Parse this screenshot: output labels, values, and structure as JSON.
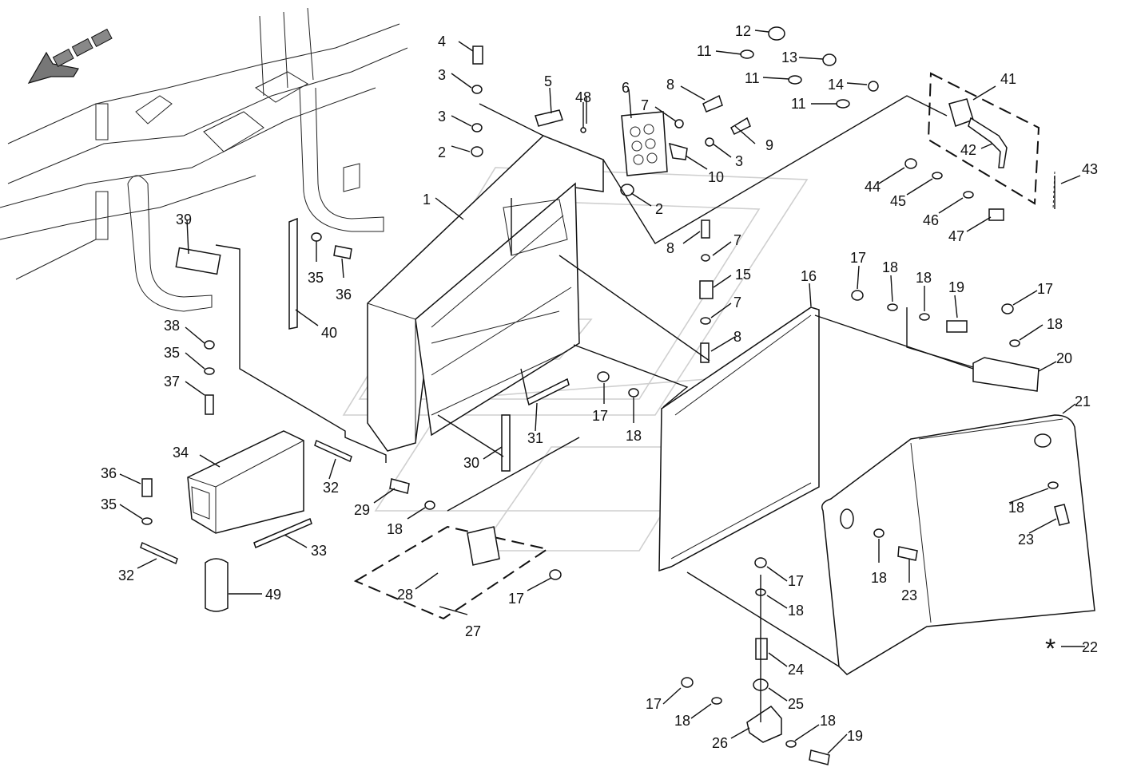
{
  "callouts": [
    "1",
    "2",
    "3",
    "4",
    "5",
    "6",
    "7",
    "8",
    "9",
    "10",
    "11",
    "12",
    "13",
    "14",
    "15",
    "16",
    "17",
    "18",
    "19",
    "20",
    "21",
    "22",
    "23",
    "24",
    "25",
    "26",
    "27",
    "28",
    "29",
    "30",
    "31",
    "32",
    "33",
    "34",
    "35",
    "36",
    "37",
    "38",
    "39",
    "40",
    "41",
    "42",
    "43",
    "44",
    "45",
    "46",
    "47",
    "48",
    "49"
  ],
  "star_symbol": "*",
  "colors": {
    "line": "#111111",
    "watermark": "#cfcfcf",
    "arrow_fill": "#777777"
  },
  "icons": {
    "direction": "travel-direction-arrow-icon"
  }
}
